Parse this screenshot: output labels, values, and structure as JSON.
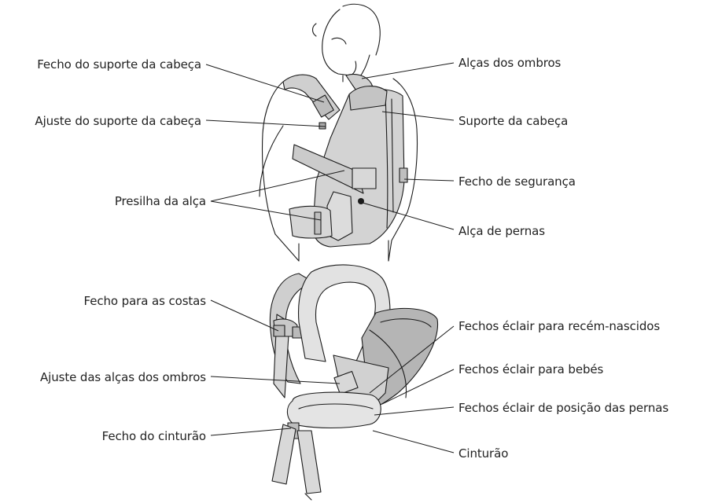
{
  "palette": {
    "padding": "#d4d4d4",
    "padding_dark": "#b7b7b7",
    "fabric": "#c9c9c9",
    "line": "#1b1b1b"
  },
  "labels": {
    "head_support_fastener": "Fecho do suporte da cabeça",
    "head_support_adjustment": "Ajuste do suporte da cabeça",
    "strap_loop": "Presilha da alça",
    "shoulder_straps": "Alças dos ombros",
    "head_support": "Suporte da cabeça",
    "safety_fastener": "Fecho de segurança",
    "leg_strap": "Alça de pernas",
    "back_fastener": "Fecho para as costas",
    "shoulder_strap_adjustment": "Ajuste das alças dos ombros",
    "waist_belt_fastener": "Fecho do cinturão",
    "newborn_zippers": "Fechos éclair para recém-nascidos",
    "baby_zippers": "Fechos éclair para bebés",
    "leg_position_zippers": "Fechos éclair de posição das pernas",
    "waist_belt": "Cinturão"
  }
}
